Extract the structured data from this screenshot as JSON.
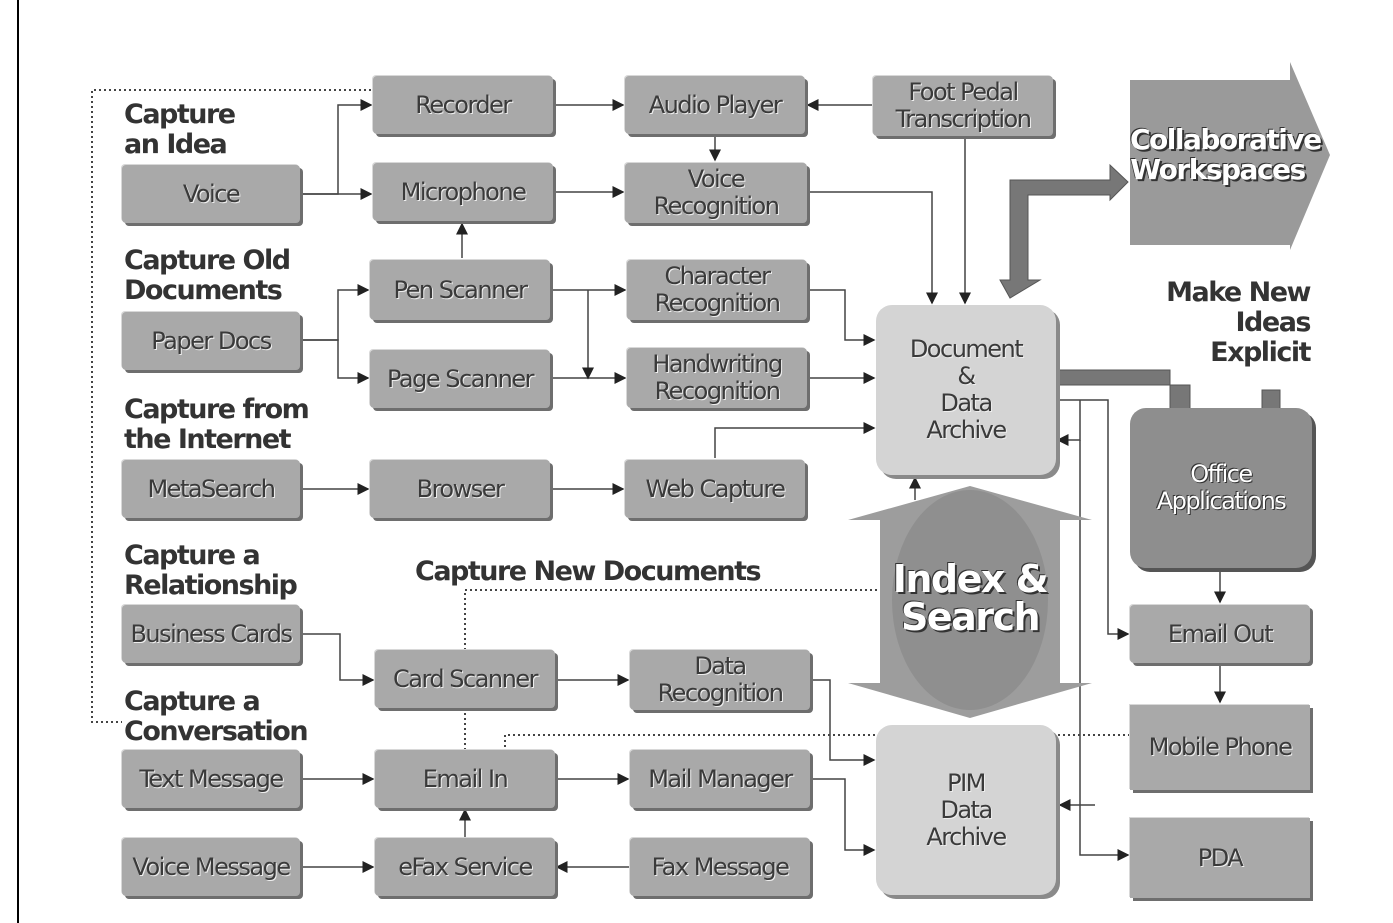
{
  "sections": {
    "idea": "Capture\nan Idea",
    "old_docs": "Capture Old\nDocuments",
    "internet": "Capture from\nthe Internet",
    "relationship": "Capture a\nRelationship",
    "conversation": "Capture a\nConversation",
    "new_docs": "Capture New Documents",
    "make_new": "Make New\nIdeas\nExplicit"
  },
  "boxes": {
    "voice": "Voice",
    "recorder": "Recorder",
    "microphone": "Microphone",
    "audio_player": "Audio Player",
    "voice_recognition": "Voice\nRecognition",
    "foot_pedal": "Foot Pedal\nTranscription",
    "paper_docs": "Paper Docs",
    "pen_scanner": "Pen Scanner",
    "page_scanner": "Page Scanner",
    "char_recognition": "Character\nRecognition",
    "handwriting": "Handwriting\nRecognition",
    "doc_archive": "Document\n&\nData\nArchive",
    "metasearch": "MetaSearch",
    "browser": "Browser",
    "web_capture": "Web Capture",
    "business_cards": "Business Cards",
    "card_scanner": "Card Scanner",
    "data_recognition": "Data\nRecognition",
    "text_message": "Text Message",
    "email_in": "Email In",
    "mail_manager": "Mail Manager",
    "voice_message": "Voice Message",
    "efax": "eFax Service",
    "fax_message": "Fax Message",
    "pim_archive": "PIM\nData\nArchive",
    "office_apps": "Office\nApplications",
    "email_out": "Email Out",
    "mobile_phone": "Mobile Phone",
    "pda": "PDA"
  },
  "collab": "Collaborative\nWorkspaces",
  "index_search": "Index &\nSearch"
}
